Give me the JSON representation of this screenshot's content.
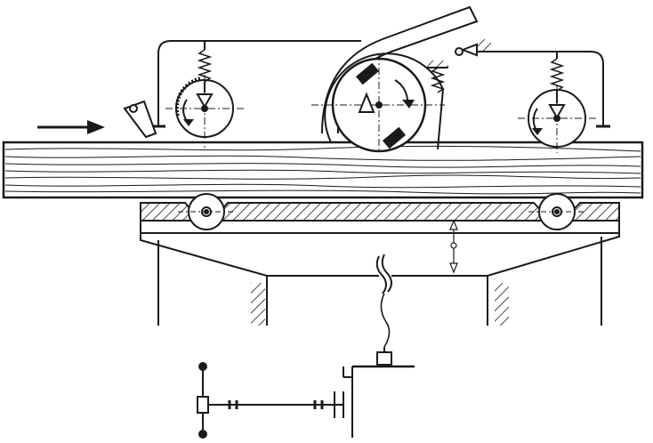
{
  "diagram": {
    "description_visible_text": "",
    "colors": {
      "ink": "#1a1a1a",
      "wood_fill": "#ffffff",
      "background": "#ffffff"
    },
    "icons": [
      "feed-direction-arrow",
      "feed-roller-left",
      "cutter-head",
      "feed-roller-right",
      "table-roller-left",
      "table-roller-right",
      "compression-spring",
      "adjustment-arrow",
      "drive-shaft",
      "motor-symbol"
    ]
  }
}
